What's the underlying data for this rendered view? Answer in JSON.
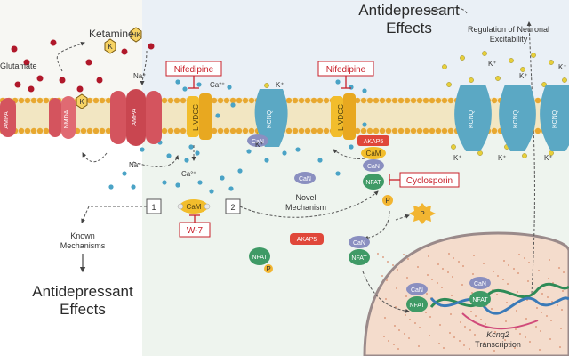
{
  "title_top": "Antidepressant\nEffects",
  "title_bottom": "Antidepressant\nEffects",
  "labels": {
    "glutamate": "Glutamate",
    "ketamine": "Ketamine",
    "regulation": "Regulation of Neuronal\nExcitability",
    "known": "Known\nMechanisms",
    "novel": "Novel\nMechanism",
    "transcription_gene": "Kcnq2",
    "transcription": "Transcription"
  },
  "drugs": {
    "nifedipine": "Nifedipine",
    "cyclosporin": "Cyclosporin",
    "w7": "W-7"
  },
  "markers": {
    "one": "1",
    "two": "2"
  },
  "ions": {
    "na": "Na⁺",
    "ca": "Ca²⁺",
    "k": "K⁺",
    "k_token": "K",
    "hk_token": "HK"
  },
  "channels": {
    "ampa": "AMPA",
    "nmda": "NMDA",
    "lvdcc": "L-VDCC",
    "kcnq": "KCNQ"
  },
  "proteins": {
    "cam": "CaM",
    "can": "CaN",
    "nfat": "NFAT",
    "akap5": "AKAP5",
    "akap5_alt": "AKAP5",
    "p": "P"
  },
  "colors": {
    "inhibitor_red": "#c8202a",
    "ampa_red": "#d4545e",
    "vdcc_yellow": "#f2bd2c",
    "kcnq_blue": "#5ba8c4",
    "nfat_green": "#3f9a66",
    "can_purple": "#8a8fc0",
    "akap_red": "#e0473a",
    "p_orange": "#f2b531",
    "nucleus_pink": "#f4dccc"
  }
}
